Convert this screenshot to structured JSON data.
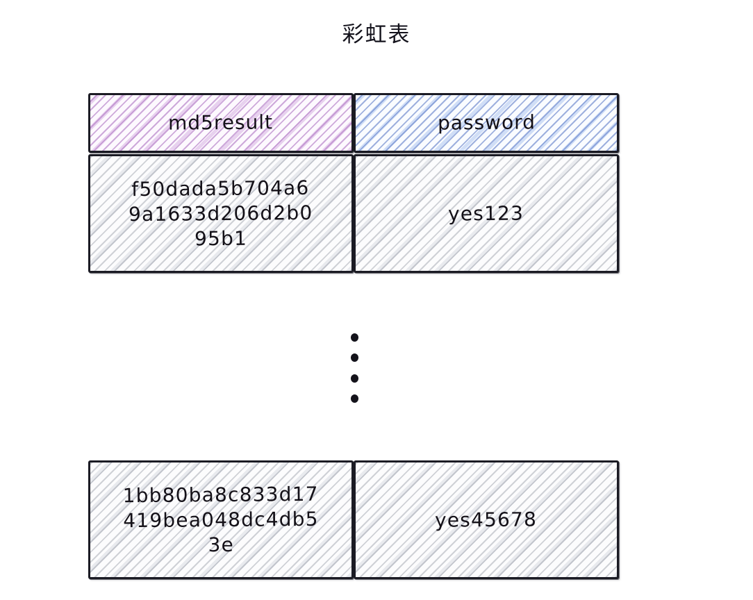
{
  "title": "彩虹表",
  "table": {
    "columns": [
      {
        "id": "md5result",
        "label": "md5result",
        "fill": "#f0d9f5",
        "accent": "#b078c4"
      },
      {
        "id": "password",
        "label": "password",
        "fill": "#dce6f8",
        "accent": "#607ec8"
      }
    ],
    "rows": [
      {
        "md5result": "f50dada5b704a6\n9a1633d206d2b0\n95b1",
        "password": "yes123"
      },
      {
        "md5result": "1bb80ba8c833d17\n419bea048dc4db5\n3e",
        "password": "yes45678"
      }
    ],
    "ellipsis": {
      "name": "vertical-ellipsis",
      "dots": 4
    }
  }
}
